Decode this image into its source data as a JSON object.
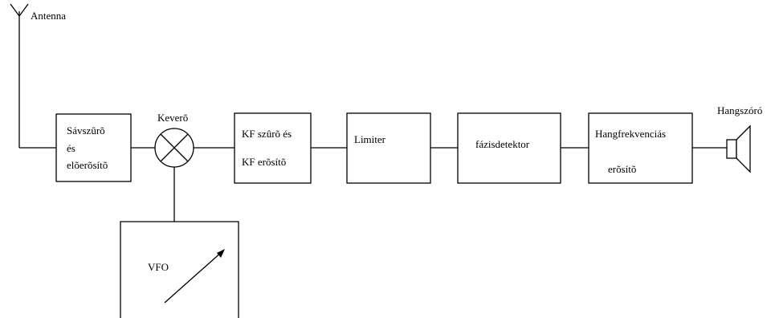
{
  "diagram": {
    "antenna_label": "Antenna",
    "bandpass": {
      "line1": "Sávszûrõ",
      "line2": "és",
      "line3": "elõerõsítõ"
    },
    "mixer_label": "Keverõ",
    "if_stage": {
      "line1": "KF szûrõ és",
      "line2": "KF erõsítõ"
    },
    "limiter_label": "Limiter",
    "phase_detector_label": "fázisdetektor",
    "audio_amp": {
      "line1": "Hangfrekvenciás",
      "line2": "erõsítõ"
    },
    "speaker_label": "Hangszóró",
    "vfo_label": "VFO"
  }
}
